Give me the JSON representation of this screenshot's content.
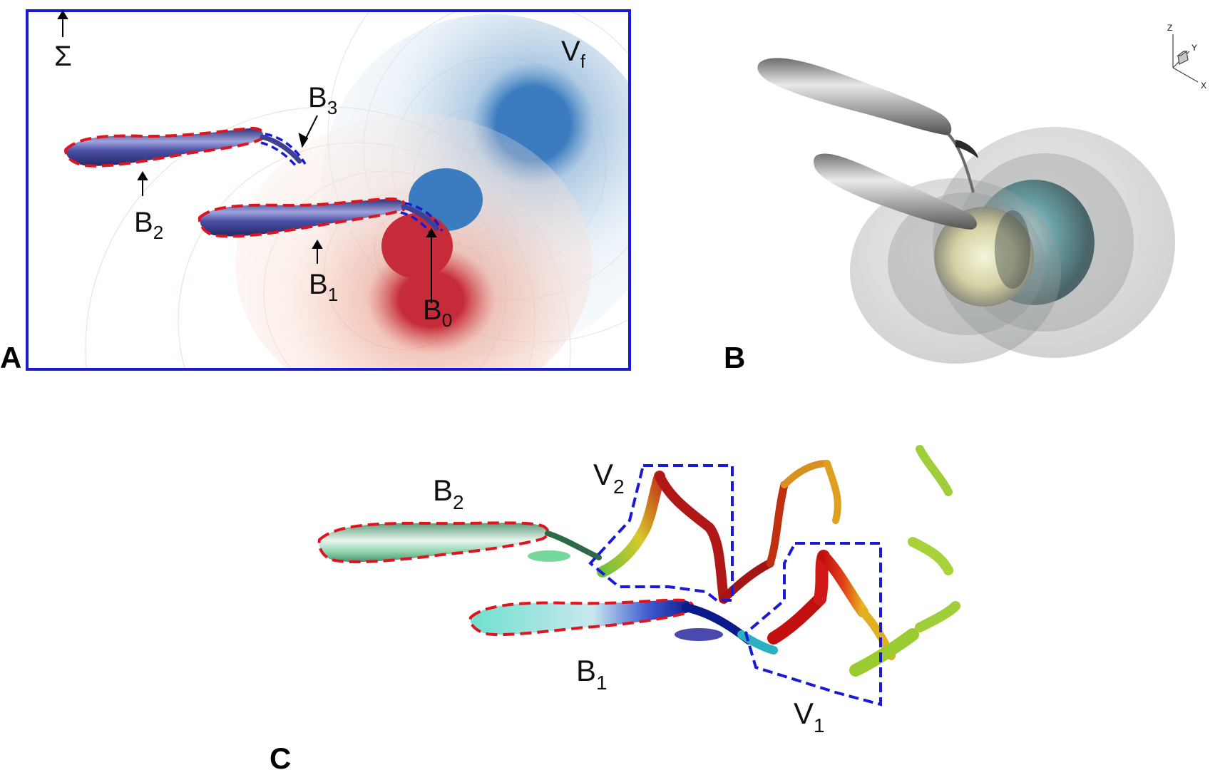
{
  "panels": {
    "a": {
      "letter": "A",
      "boundary_symbol": "Σ",
      "fluid_label": {
        "base": "V",
        "sub": "f"
      },
      "body_labels": [
        {
          "id": "b3",
          "base": "B",
          "sub": "3"
        },
        {
          "id": "b2",
          "base": "B",
          "sub": "2"
        },
        {
          "id": "b1",
          "base": "B",
          "sub": "1"
        },
        {
          "id": "b0",
          "base": "B",
          "sub": "0"
        }
      ]
    },
    "b": {
      "letter": "B",
      "axes": [
        "Z",
        "Y",
        "X"
      ]
    },
    "c": {
      "letter": "C",
      "body_labels": [
        {
          "id": "b2",
          "base": "B",
          "sub": "2"
        },
        {
          "id": "b1",
          "base": "B",
          "sub": "1"
        }
      ],
      "vortex_labels": [
        {
          "id": "v2",
          "base": "V",
          "sub": "2"
        },
        {
          "id": "v1",
          "base": "V",
          "sub": "1"
        }
      ]
    }
  },
  "colors": {
    "boundary": "#1a1ad6",
    "body_outline": "#e0141e",
    "fin_outline": "#1a1ad6",
    "body_fill": "#3f4294",
    "positive_pressure": "#c62b3a",
    "negative_pressure": "#3a7cbf",
    "vortex_box": "#1a1ad6"
  }
}
